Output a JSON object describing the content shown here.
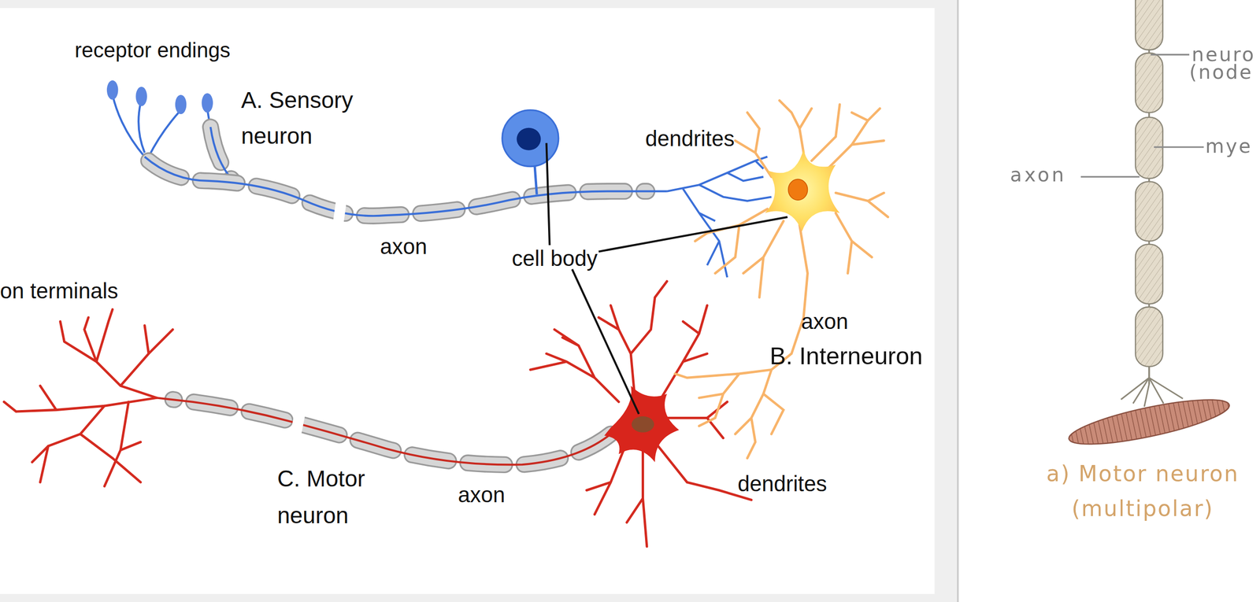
{
  "diagram": {
    "labels": [
      "receptor endings",
      "A. Sensory neuron",
      "dendrites",
      "axon",
      "cell body",
      "on terminals",
      "axon",
      "B. Interneuron",
      "C. Motor neuron",
      "axon",
      "dendrites",
      "neuro",
      "(node",
      "mye",
      "axon",
      "a) Motor neuron (multipolar)"
    ]
  }
}
